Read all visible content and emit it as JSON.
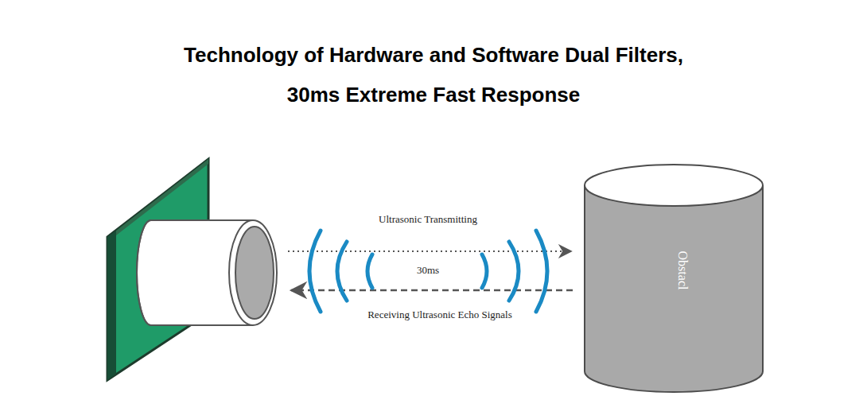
{
  "diagram": {
    "title": "Technology of Hardware and Software Dual Filters, 30ms Extreme Fast Response",
    "nodes": [
      {
        "text": [
          "Obstacl"
        ]
      }
    ],
    "labels": [
      "Ultrasonic Transmitting",
      "30ms",
      "Receiving Ultrasonic Echo Signals"
    ]
  }
}
